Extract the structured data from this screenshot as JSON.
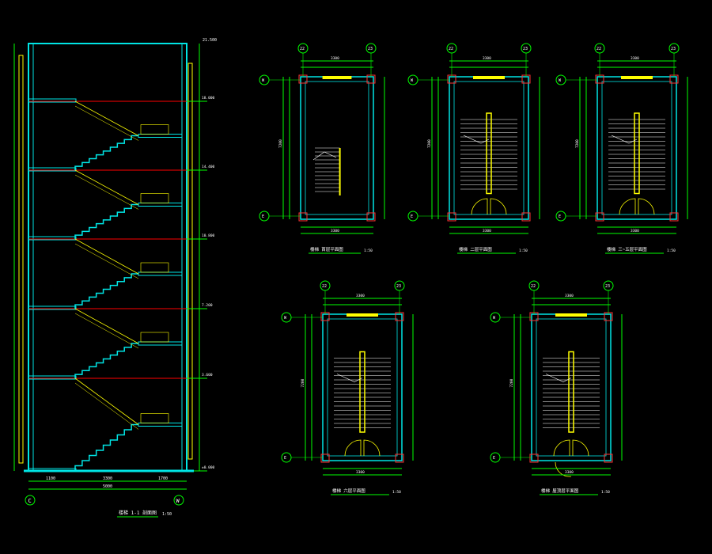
{
  "colors": {
    "background": "#000000",
    "wall": "#00e5e5",
    "stair": "#ffff00",
    "dimension": "#00ff00",
    "level_line": "#ff0000",
    "column": "#ff3333",
    "text": "#ffffff",
    "axis_bubble": "#00ff00"
  },
  "section": {
    "title": "楼梯 1-1 剖面图",
    "scale": "1:50",
    "grid_left": "C",
    "grid_right": "W",
    "overall_width": "5000",
    "bottom_dims": [
      "1100",
      "3300",
      "1700"
    ],
    "top_level": "21.500",
    "levels": [
      "18.000",
      "14.400",
      "10.800",
      "7.200",
      "3.600",
      "±0.000"
    ]
  },
  "plans": [
    {
      "id": "plan-1",
      "title": "楼梯 首层平面图",
      "scale": "1:50",
      "axes": [
        "22",
        "23"
      ],
      "row_axes": [
        "W",
        "E"
      ],
      "width": "3300",
      "depth": "7200"
    },
    {
      "id": "plan-2",
      "title": "楼梯 二层平面图",
      "scale": "1:50",
      "axes": [
        "22",
        "23"
      ],
      "row_axes": [
        "W",
        "E"
      ],
      "width": "3300",
      "depth": "7200"
    },
    {
      "id": "plan-3",
      "title": "楼梯 三~五层平面图",
      "scale": "1:50",
      "axes": [
        "22",
        "23"
      ],
      "row_axes": [
        "W",
        "E"
      ],
      "width": "3300",
      "depth": "7200"
    },
    {
      "id": "plan-4",
      "title": "楼梯 六层平面图",
      "scale": "1:50",
      "axes": [
        "22",
        "23"
      ],
      "row_axes": [
        "W",
        "E"
      ],
      "width": "3300",
      "depth": "7200"
    },
    {
      "id": "plan-5",
      "title": "楼梯 屋顶层平面图",
      "scale": "1:50",
      "axes": [
        "22",
        "23"
      ],
      "row_axes": [
        "W",
        "E"
      ],
      "width": "3300",
      "depth": "7200"
    }
  ]
}
